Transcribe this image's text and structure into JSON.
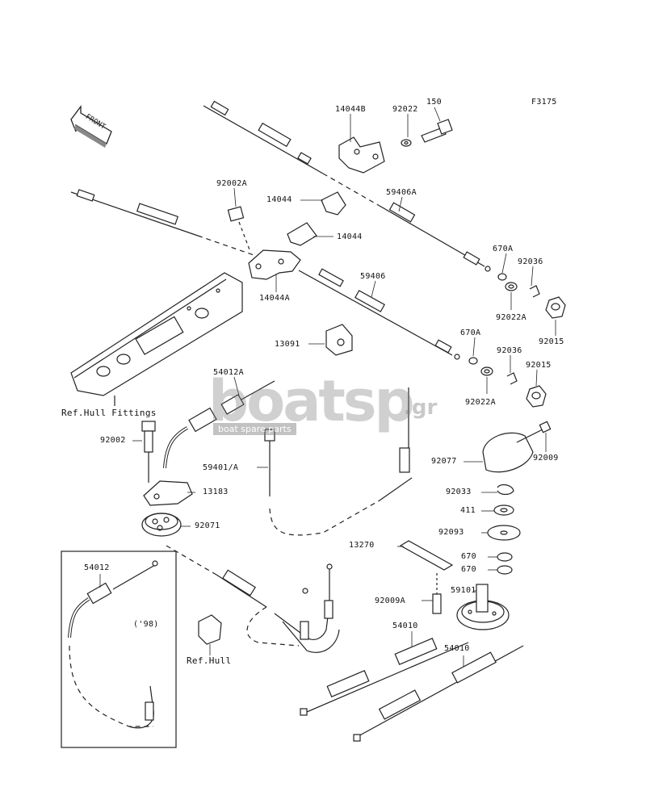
{
  "diagram": {
    "code": "F3175",
    "front_label": "FRONT",
    "callouts": {
      "p14044B": "14044B",
      "p92022": "92022",
      "p150": "150",
      "p92002A": "92002A",
      "p14044_a": "14044",
      "p14044_b": "14044",
      "p59406A": "59406A",
      "p14044A": "14044A",
      "p59406": "59406",
      "p670A_a": "670A",
      "p92036_a": "92036",
      "p92022A_a": "92022A",
      "p92015_a": "92015",
      "p670A_b": "670A",
      "p92036_b": "92036",
      "p92015_b": "92015",
      "p92022A_b": "92022A",
      "p13091": "13091",
      "p54012A": "54012A",
      "ref_hull_fittings": "Ref.Hull Fittings",
      "p92002": "92002",
      "p59401A": "59401/A",
      "p13183": "13183",
      "p92071": "92071",
      "p92077": "92077",
      "p92009": "92009",
      "p92033": "92033",
      "p411": "411",
      "p92093": "92093",
      "p13270": "13270",
      "p670_a": "670",
      "p670_b": "670",
      "p54012": "54012",
      "year98": "('98)",
      "p92009A": "92009A",
      "p59101": "59101",
      "p54010_a": "54010",
      "p54010_b": "54010",
      "ref_hull": "Ref.Hull"
    },
    "watermark": {
      "logo": "boatsp",
      "suffix": ".gr",
      "tagline": "boat spare parts"
    }
  }
}
